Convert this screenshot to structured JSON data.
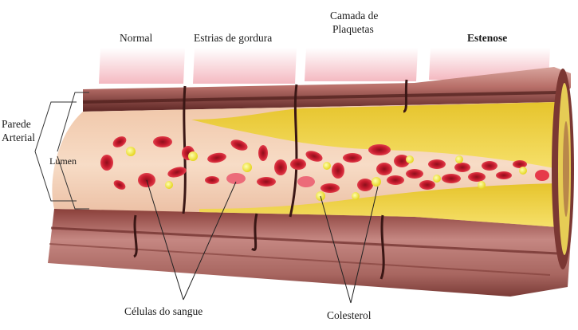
{
  "stages": [
    {
      "label": "Normal"
    },
    {
      "label": "Estrias de gordura"
    },
    {
      "label_line1": "Camada de",
      "label_line2": "Plaquetas"
    },
    {
      "label": "Estenose"
    }
  ],
  "left_labels": {
    "wall_line1": "Parede",
    "wall_line2": "Arterial",
    "lumen": "Lumen"
  },
  "bottom_labels": {
    "blood_cells": "Células do sangue",
    "cholesterol": "Colesterol"
  },
  "colors": {
    "tab_pink": "#f7c9cf",
    "wall_outer": "#c98a84",
    "wall_dark": "#6e2f2c",
    "lumen_bg": "#f3d2b8",
    "plaque_yellow": "#f1d43a",
    "red_cell": "#c4182a",
    "cholesterol_yellow": "#f5ef3a"
  }
}
